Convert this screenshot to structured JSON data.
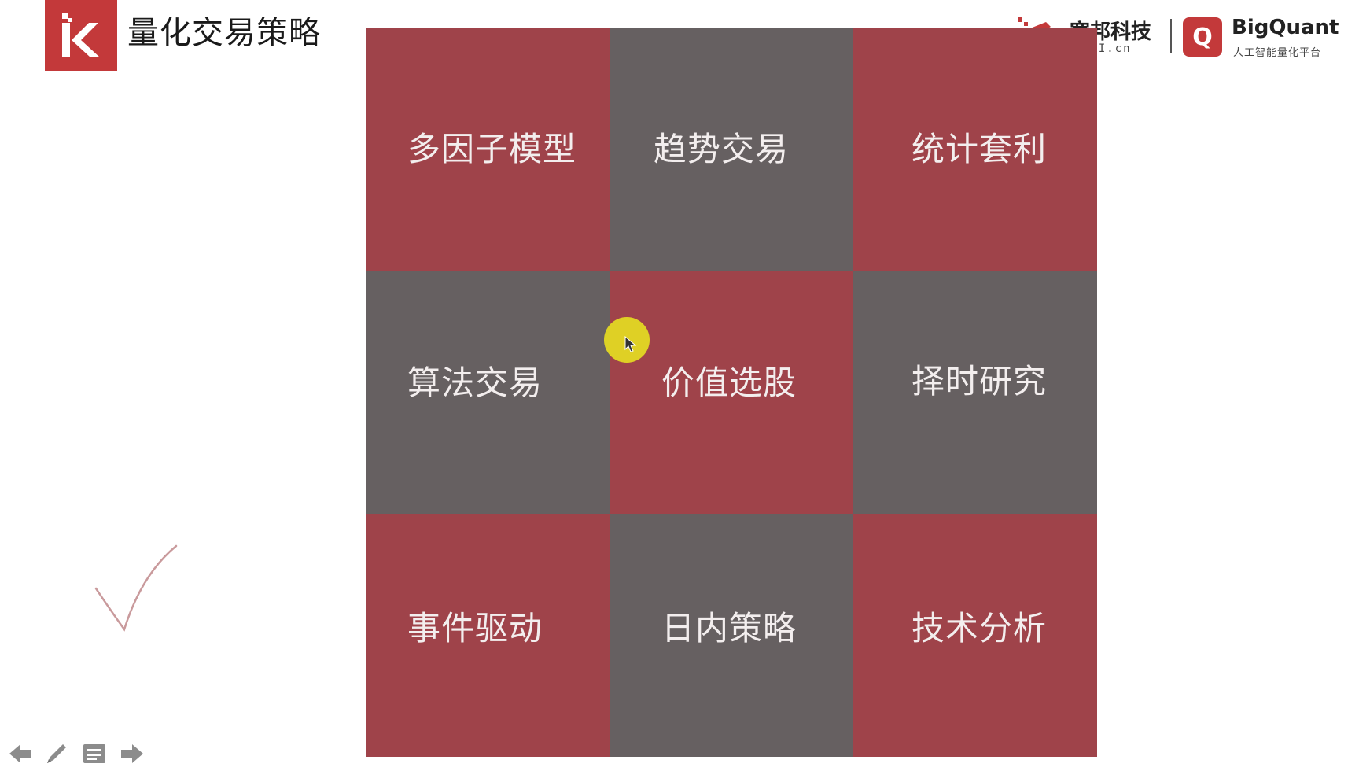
{
  "header": {
    "title": "量化交易策略",
    "logo_letter": "K"
  },
  "partners": {
    "kuanbang": {
      "name": "宽邦科技",
      "subtitle": "CAI.cn"
    },
    "bigquant": {
      "mark": "Q",
      "name": "BigQuant",
      "subtitle": "人工智能量化平台"
    }
  },
  "grid": {
    "tiles": [
      {
        "label": "多因子模型",
        "color": "red"
      },
      {
        "label": "趋势交易",
        "color": "gray"
      },
      {
        "label": "统计套利",
        "color": "red"
      },
      {
        "label": "算法交易",
        "color": "gray"
      },
      {
        "label": "价值选股",
        "color": "red"
      },
      {
        "label": "择时研究",
        "color": "gray"
      },
      {
        "label": "事件驱动",
        "color": "red"
      },
      {
        "label": "日内策略",
        "color": "gray"
      },
      {
        "label": "技术分析",
        "color": "red"
      }
    ]
  },
  "colors": {
    "brand_red": "#c3393a",
    "tile_red": "#9f434a",
    "tile_gray": "#666061",
    "cursor_highlight": "#e3d823"
  },
  "icons": {
    "back": "arrow-left-icon",
    "pen": "pen-icon",
    "menu": "slides-menu-icon",
    "forward": "arrow-right-icon"
  }
}
